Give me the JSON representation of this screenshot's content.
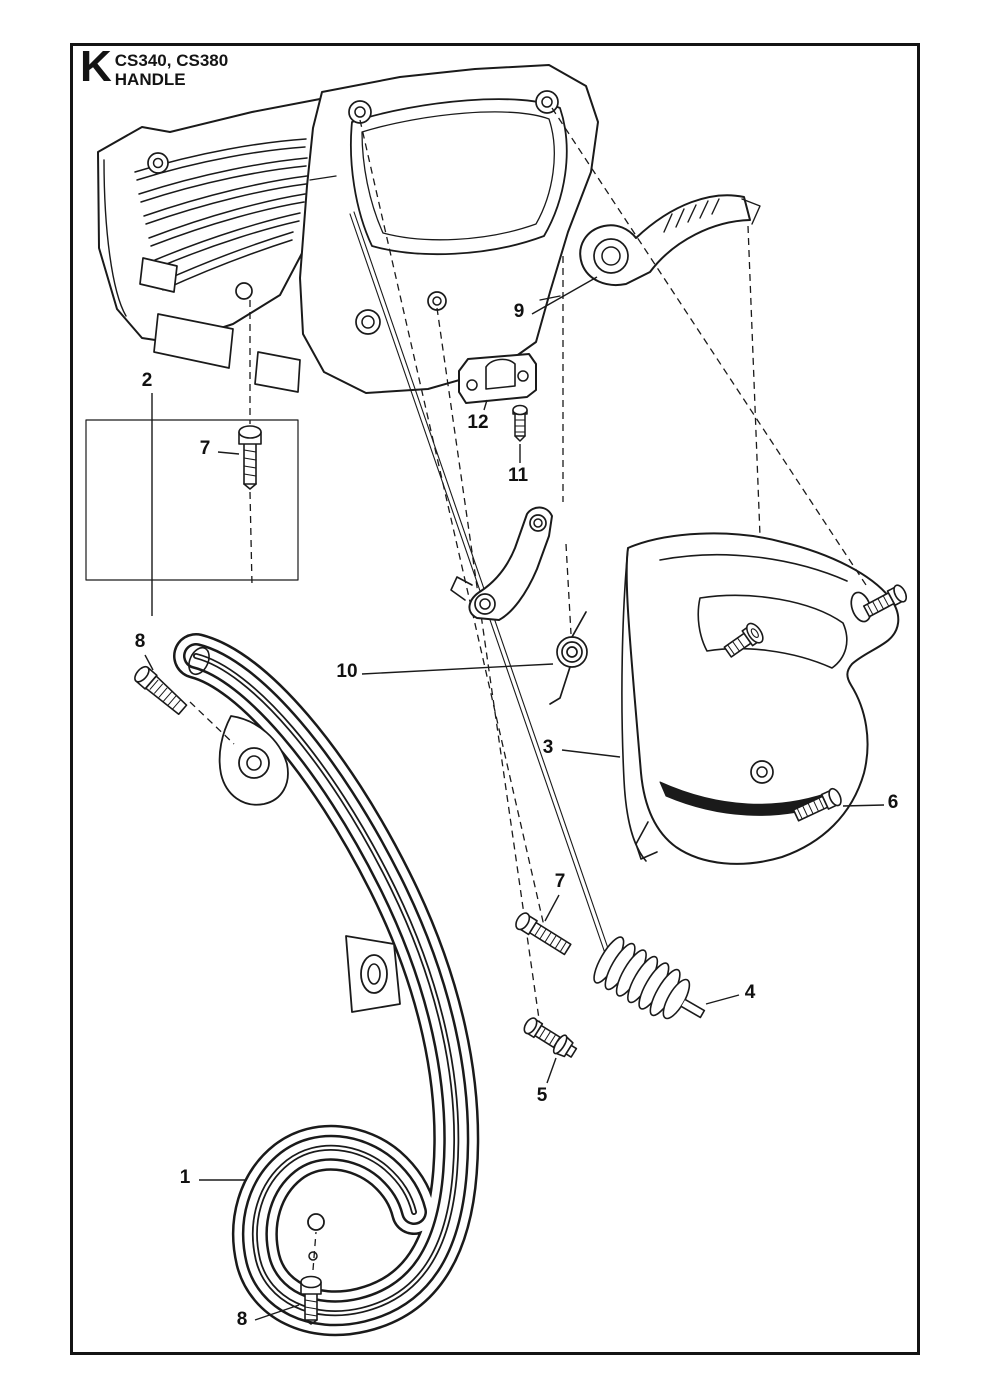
{
  "header": {
    "section_letter": "K",
    "models": "CS340, CS380",
    "title": "HANDLE"
  },
  "colors": {
    "ink": "#1a1a1a",
    "paper": "#ffffff"
  },
  "figure": {
    "type": "exploded-parts-diagram",
    "part_numbers_shown": [
      "1",
      "2",
      "3",
      "4",
      "5",
      "6",
      "7",
      "8",
      "9",
      "10",
      "11",
      "12"
    ]
  },
  "callouts": [
    {
      "label": "2"
    },
    {
      "label": "7"
    },
    {
      "label": "9"
    },
    {
      "label": "12"
    },
    {
      "label": "11"
    },
    {
      "label": "8"
    },
    {
      "label": "10"
    },
    {
      "label": "3"
    },
    {
      "label": "6"
    },
    {
      "label": "7"
    },
    {
      "label": "4"
    },
    {
      "label": "5"
    },
    {
      "label": "1"
    },
    {
      "label": "8"
    }
  ]
}
